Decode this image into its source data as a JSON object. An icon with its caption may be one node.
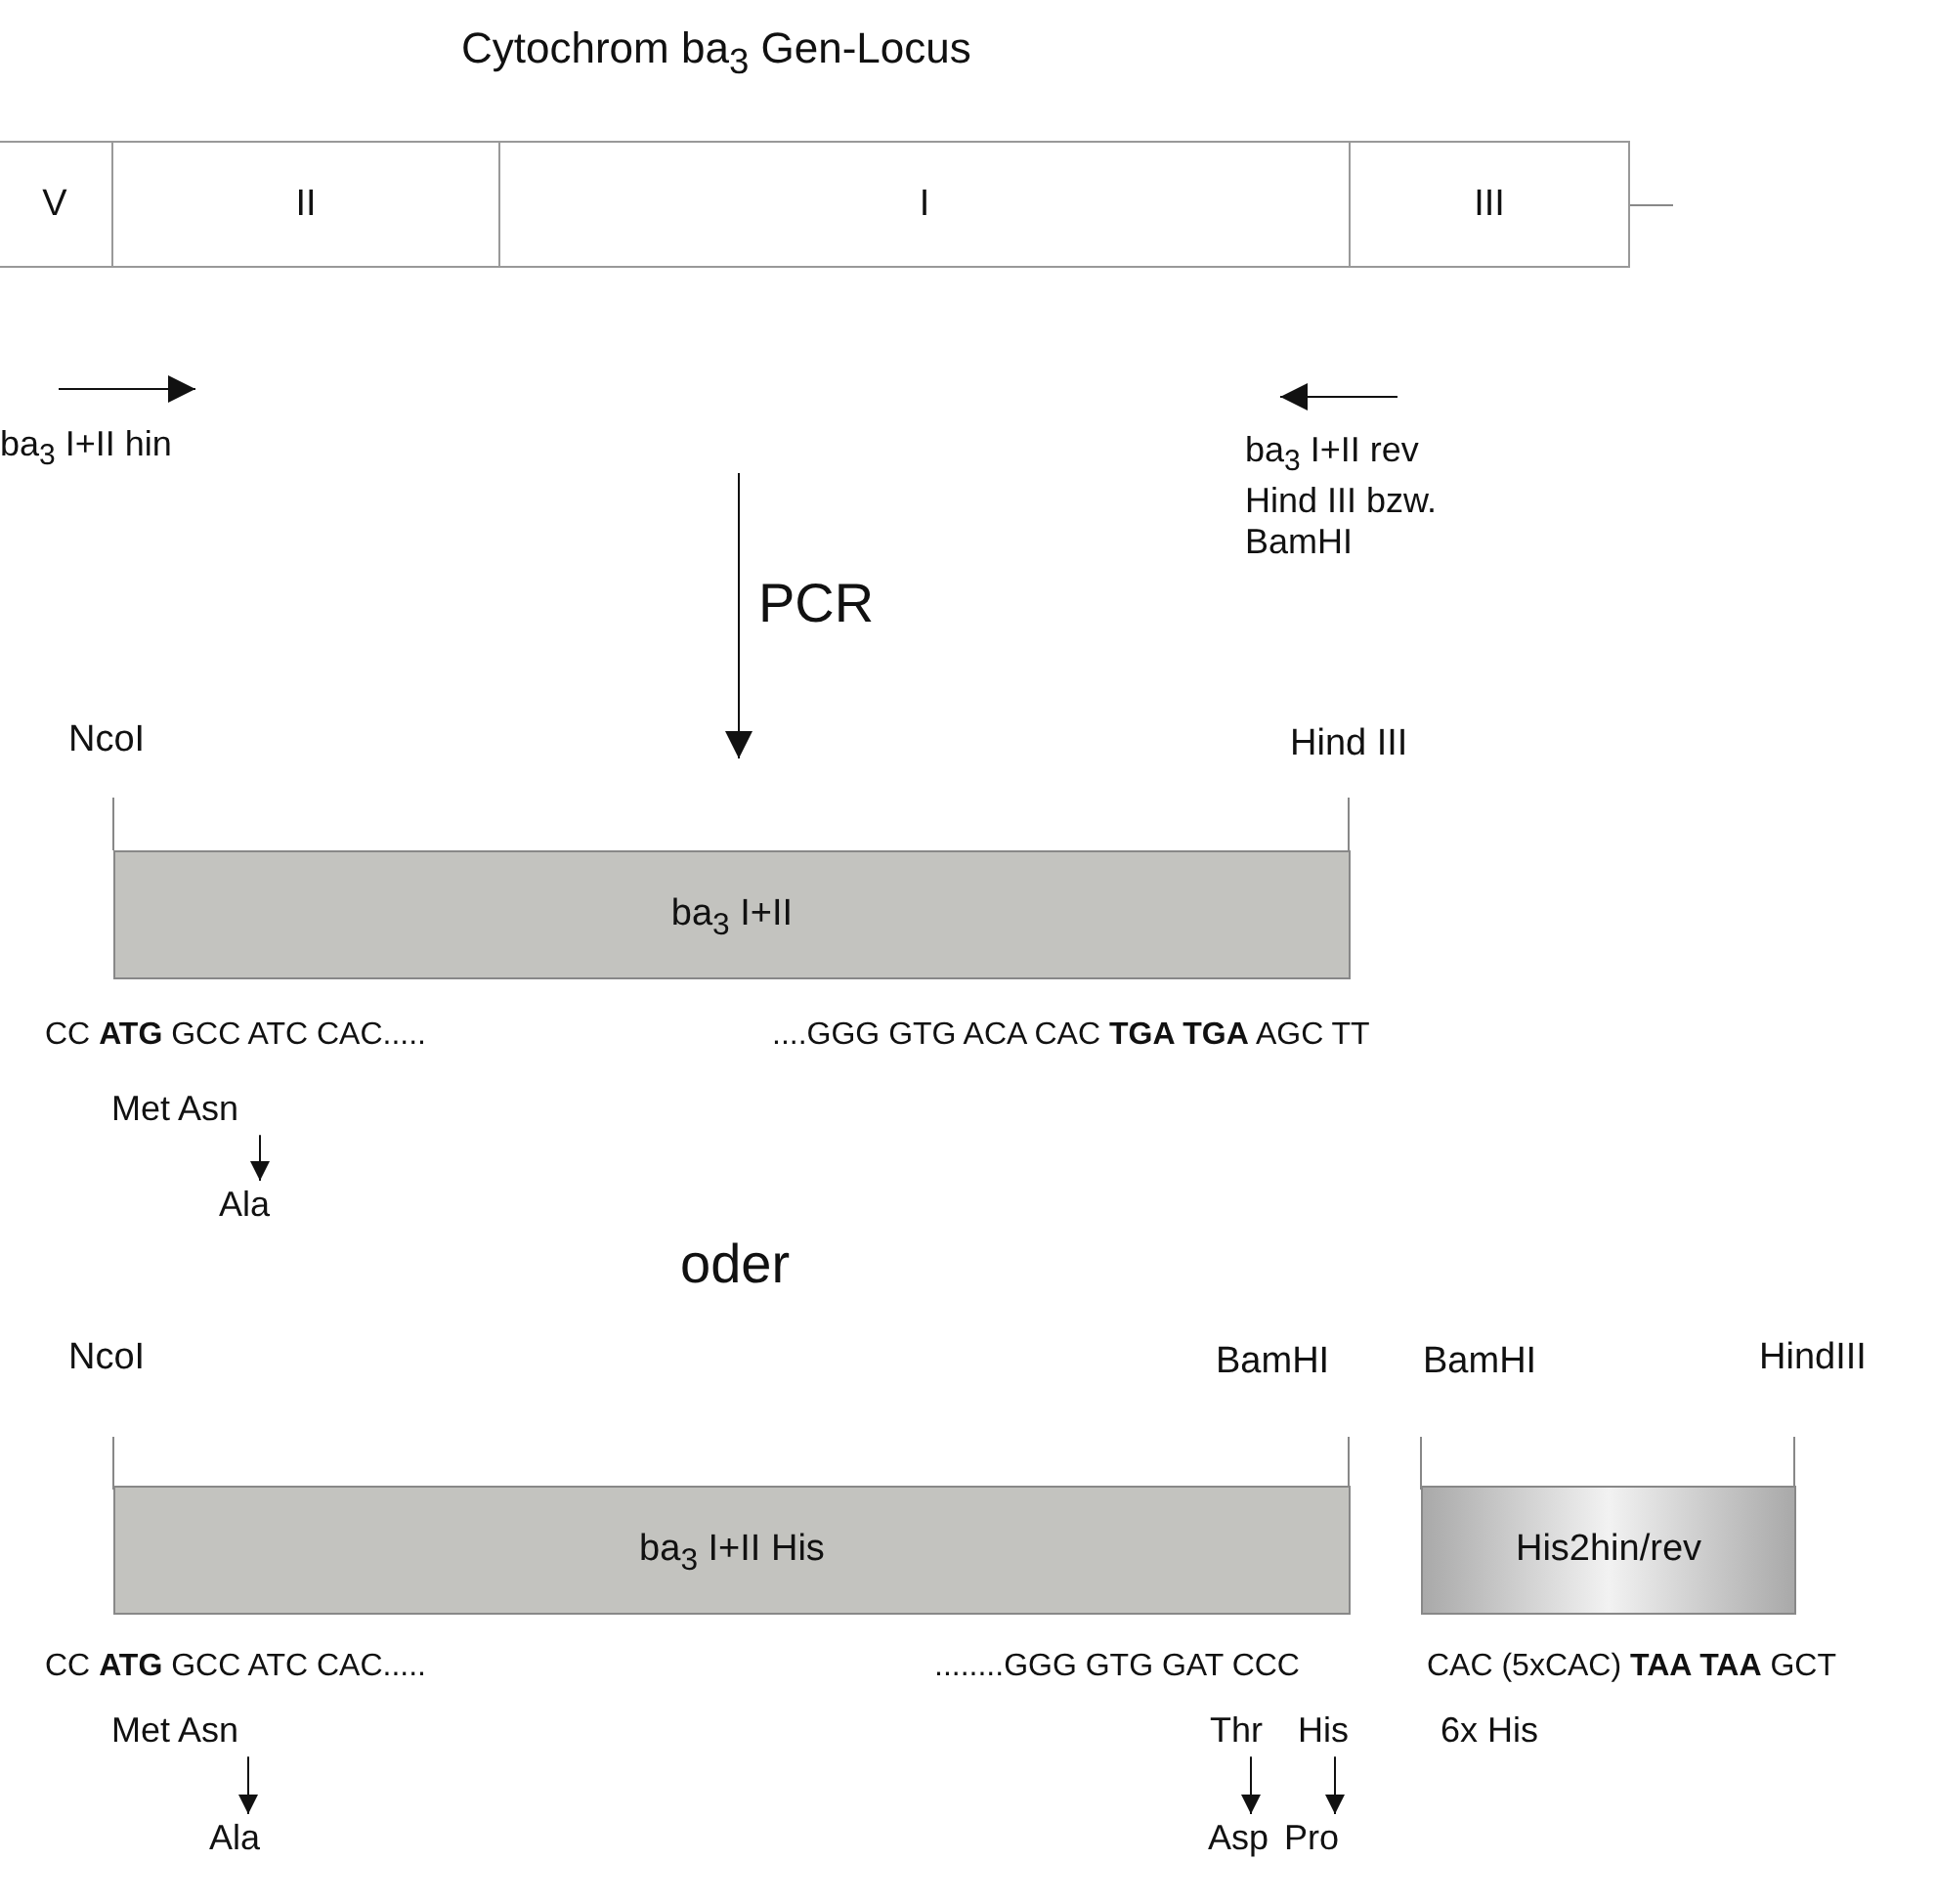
{
  "diagram": {
    "title": "Cytochrom ba$_{3}$ Gen-Locus",
    "nodes": [
      {
        "text": [
          "V"
        ]
      },
      {
        "text": [
          "II"
        ]
      },
      {
        "text": [
          "I"
        ]
      },
      {
        "text": [
          "III"
        ]
      },
      {
        "text": [
          "ba$_{3}$ I+II"
        ]
      },
      {
        "text": [
          "Met Asn"
        ]
      },
      {
        "text": [
          "Ala"
        ]
      },
      {
        "text": [
          "ba$_{3}$ I+II His"
        ]
      },
      {
        "text": [
          "His2hin/rev"
        ]
      },
      {
        "text": [
          "Met Asn"
        ]
      },
      {
        "text": [
          "Ala"
        ]
      },
      {
        "text": [
          "Thr"
        ]
      },
      {
        "text": [
          "His"
        ]
      },
      {
        "text": [
          "Asp"
        ]
      },
      {
        "text": [
          "Pro"
        ]
      }
    ],
    "edges": [
      {
        "from": null,
        "to": 4,
        "arrow": "to",
        "label": "PCR"
      },
      {
        "from": 5,
        "to": 6,
        "arrow": "to"
      },
      {
        "from": 9,
        "to": 10,
        "arrow": "to"
      },
      {
        "from": 11,
        "to": 13,
        "arrow": "to"
      },
      {
        "from": 12,
        "to": 14,
        "arrow": "to"
      }
    ],
    "labels": [
      "ba$_{3}$ I+II hin",
      "ba$_{3}$ I+II rev Hind III bzw. BamHI",
      "NcoI",
      "Hind III",
      "CC **ATG** GCC ATC CAC.....",
      "....GGG GTG ACA CAC **TGA TGA** AGC TT",
      "oder",
      "NcoI",
      "BamHI",
      "BamHI",
      "HindIII",
      "CC **ATG** GCC ATC CAC.....",
      "........GGG GTG GAT CCC",
      "CAC (5xCAC) **TAA TAA** GCT",
      "6x His"
    ]
  }
}
